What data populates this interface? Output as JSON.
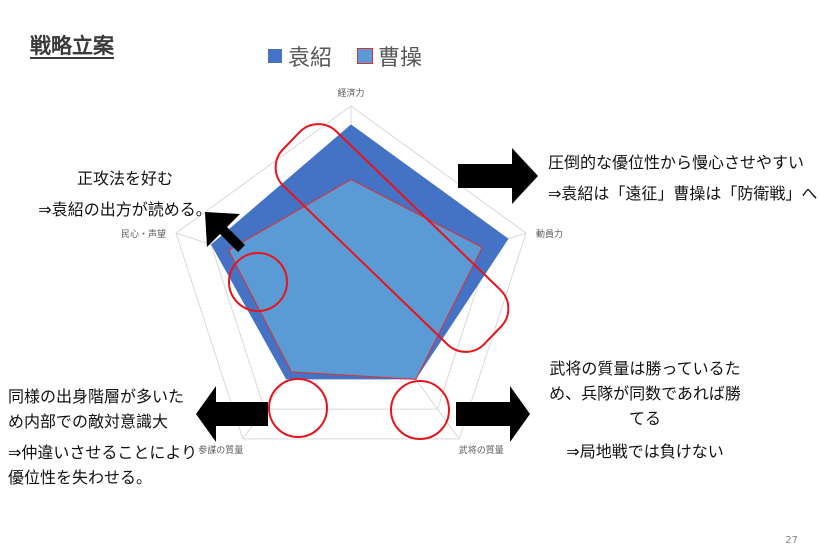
{
  "slide": {
    "title": "戦略立案",
    "page_number": "27"
  },
  "chart_data": {
    "type": "radar",
    "axes": [
      "経済力",
      "動員力",
      "武将の質量",
      "参謀の質量",
      "民心・声望"
    ],
    "rmax": 10,
    "grid_levels": 5,
    "grid": true,
    "legend_position": "top",
    "series": [
      {
        "name": "袁紹",
        "values": [
          9,
          9,
          6,
          6,
          8
        ],
        "color": "#4472c4"
      },
      {
        "name": "曹操",
        "values": [
          6,
          7.5,
          6,
          5.5,
          7
        ],
        "color": "#5b9bd5",
        "edge_color": "#e03030"
      }
    ]
  },
  "annotations": {
    "right_top": [
      "圧倒的な優位性から慢心させやすい",
      "⇒袁紹は「遠征」曹操は「防衛戦」へ"
    ],
    "left_top": [
      "正攻法を好む",
      "⇒袁紹の出方が読める。"
    ],
    "left_bottom": [
      "同様の出身階層が多いた",
      "め内部での敵対意識大",
      "⇒仲違いさせることにより",
      "優位性を失わせる。"
    ],
    "right_bottom": [
      "武将の質量は勝っているた",
      "め、兵隊が同数であれば勝",
      "てる",
      "⇒局地戦では負けない"
    ]
  },
  "colors": {
    "highlight": "#e8141c",
    "arrow": "#000000"
  }
}
